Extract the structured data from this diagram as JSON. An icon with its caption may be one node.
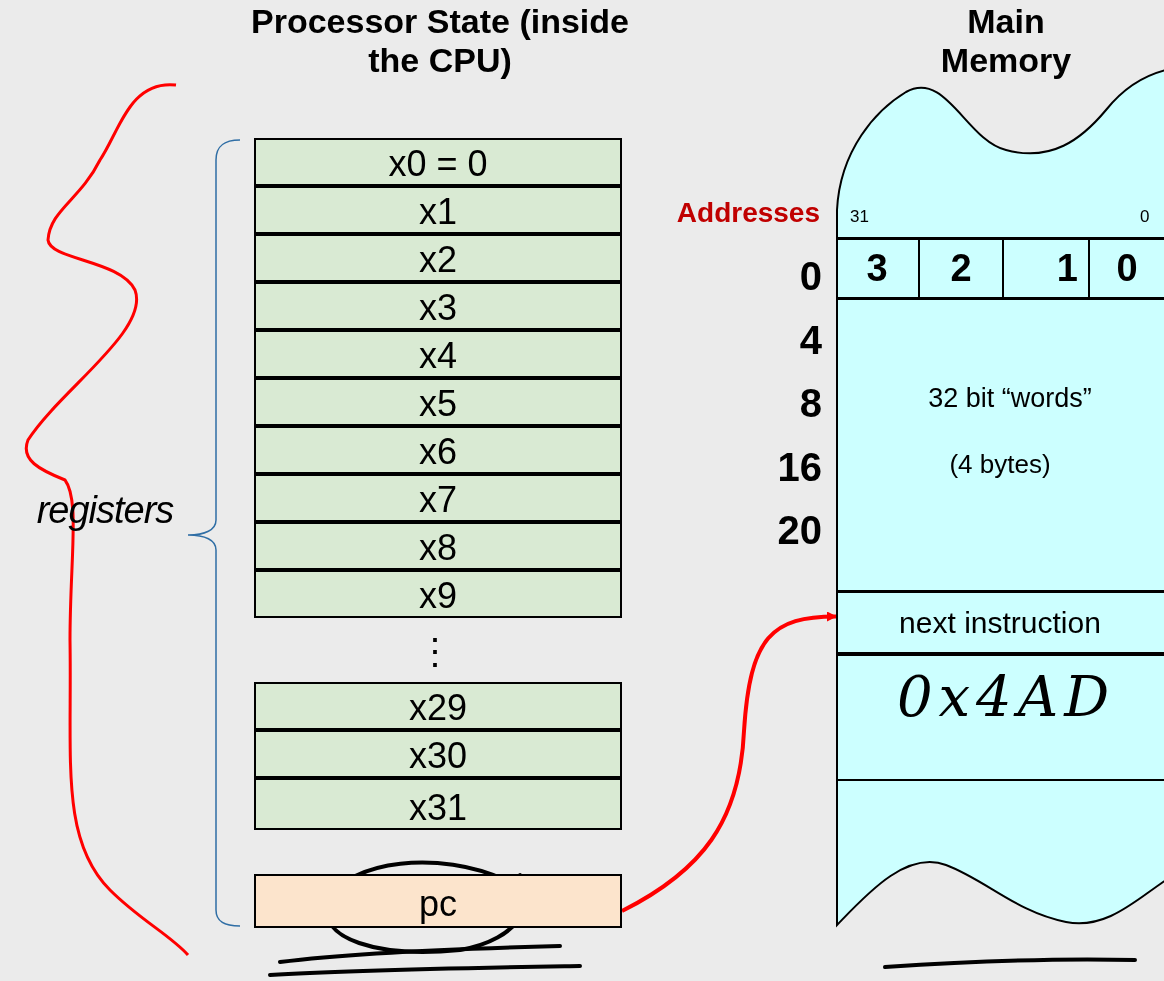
{
  "diagram": {
    "nodes": [
      {
        "text": [
          "x0 = 0"
        ]
      },
      {
        "text": [
          "x1"
        ]
      },
      {
        "text": [
          "x2"
        ]
      },
      {
        "text": [
          "x3"
        ]
      },
      {
        "text": [
          "x4"
        ]
      },
      {
        "text": [
          "x5"
        ]
      },
      {
        "text": [
          "x6"
        ]
      },
      {
        "text": [
          "x7"
        ]
      },
      {
        "text": [
          "x8"
        ]
      },
      {
        "text": [
          "x9"
        ]
      },
      {
        "text": [
          "x29"
        ]
      },
      {
        "text": [
          "x30"
        ]
      },
      {
        "text": [
          "x31"
        ]
      },
      {
        "text": [
          "pc"
        ]
      },
      {
        "text": [
          "Main Memory"
        ]
      },
      {
        "text": [
          "3"
        ],
        "in": 14
      },
      {
        "text": [
          "2"
        ],
        "in": 14
      },
      {
        "text": [
          "1"
        ],
        "in": 14
      },
      {
        "text": [
          "0"
        ],
        "in": 14
      },
      {
        "text": [
          "next instruction"
        ],
        "in": 14
      }
    ],
    "edges": [
      {
        "from": 13,
        "to": 19,
        "arrow": "to",
        "color": "#ff0000"
      }
    ],
    "labels": [
      "Processor State (inside the CPU)",
      "Addresses",
      "31",
      "0",
      "0",
      "4",
      "8",
      "32 bit “words”",
      "16",
      "(4 bytes)",
      "registers",
      "20",
      "⋮",
      "0x4AD"
    ]
  }
}
